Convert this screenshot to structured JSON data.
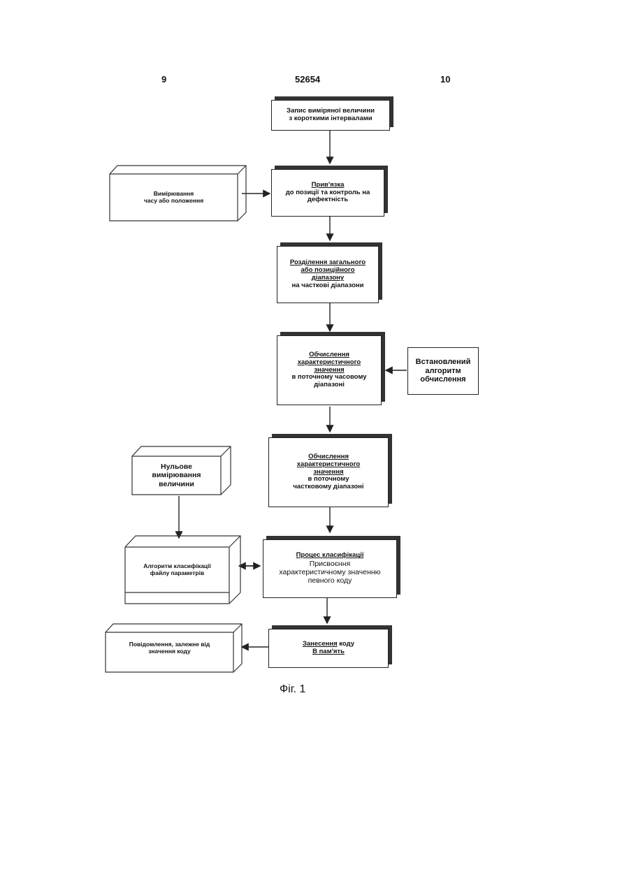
{
  "header": {
    "left_page": "9",
    "doc_number": "52654",
    "right_page": "10"
  },
  "nodes": {
    "record": {
      "line1": "Запис виміряної величини",
      "line2": "з короткими інтервалами"
    },
    "binding": {
      "title": "Прив'язка",
      "line1": "до позиції та контроль на",
      "line2": "дефектність"
    },
    "time_measure": {
      "line1": "Вимірювання",
      "line2": "часу або положення"
    },
    "split": {
      "title1": "Розділення загального",
      "title2": "або позиційного",
      "title3": "діапазону",
      "line1": "на часткові діапазони"
    },
    "calc_time": {
      "title1": "Обчислення",
      "title2": "характеристичного",
      "title3": "значення",
      "line1": "в поточному часовому",
      "line2": "діапазоні"
    },
    "algorithm": {
      "line1": "Встановлений",
      "line2": "алгоритм",
      "line3": "обчислення"
    },
    "calc_partial": {
      "title1": "Обчислення",
      "title2": "характеристичного",
      "title3": "значення",
      "line1": "в поточному",
      "line2": "частковому діапазоні"
    },
    "zero_measure": {
      "line1": "Нульове",
      "line2": "вимірювання",
      "line3": "величини"
    },
    "classif_algo": {
      "line1": "Алгоритм класифікації",
      "line2": "файлу параметрів"
    },
    "classif": {
      "title": "Процес класифікації",
      "line1": "Присвоєння",
      "line2": "характеристичному значенню",
      "line3": "певного коду"
    },
    "message": {
      "line1": "Повідомлення, залежне від",
      "line2": "значення коду"
    },
    "store": {
      "title": "Занесення",
      "title_rest": " коду",
      "line1": "В пам'ять"
    }
  },
  "caption": "Фіг. 1"
}
